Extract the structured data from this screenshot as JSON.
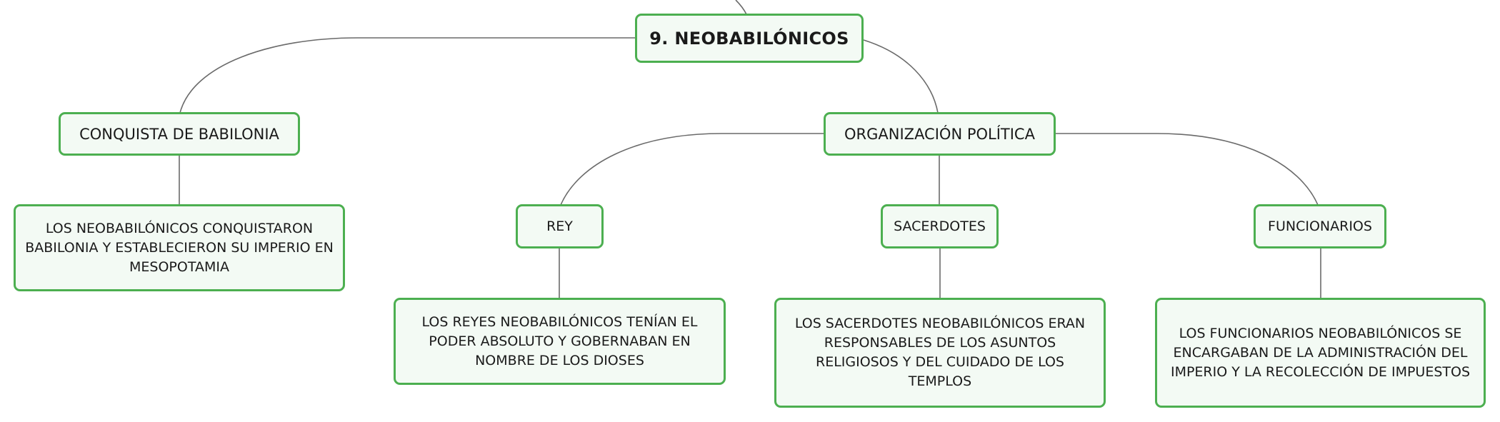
{
  "diagram": {
    "root": {
      "label": "9. NEOBABILÓNICOS"
    },
    "branches": [
      {
        "label": "CONQUISTA DE BABILONIA",
        "description": "LOS NEOBABILÓNICOS CONQUISTARON BABILONIA Y ESTABLECIERON SU IMPERIO EN MESOPOTAMIA"
      },
      {
        "label": "ORGANIZACIÓN POLÍTICA",
        "children": [
          {
            "label": "REY",
            "description": "LOS REYES NEOBABILÓNICOS TENÍAN EL PODER ABSOLUTO Y GOBERNABAN EN NOMBRE DE LOS DIOSES"
          },
          {
            "label": "SACERDOTES",
            "description": "LOS SACERDOTES NEOBABILÓNICOS ERAN RESPONSABLES DE LOS ASUNTOS RELIGIOSOS Y DEL CUIDADO DE LOS TEMPLOS"
          },
          {
            "label": "FUNCIONARIOS",
            "description": "LOS FUNCIONARIOS NEOBABILÓNICOS SE ENCARGABAN DE LA ADMINISTRACIÓN DEL IMPERIO Y LA RECOLECCIÓN DE IMPUESTOS"
          }
        ]
      }
    ]
  },
  "colors": {
    "node_border": "#4caf50",
    "node_fill": "#f3faf4",
    "connector": "#6a6a6a",
    "text": "#1a1a1a"
  }
}
